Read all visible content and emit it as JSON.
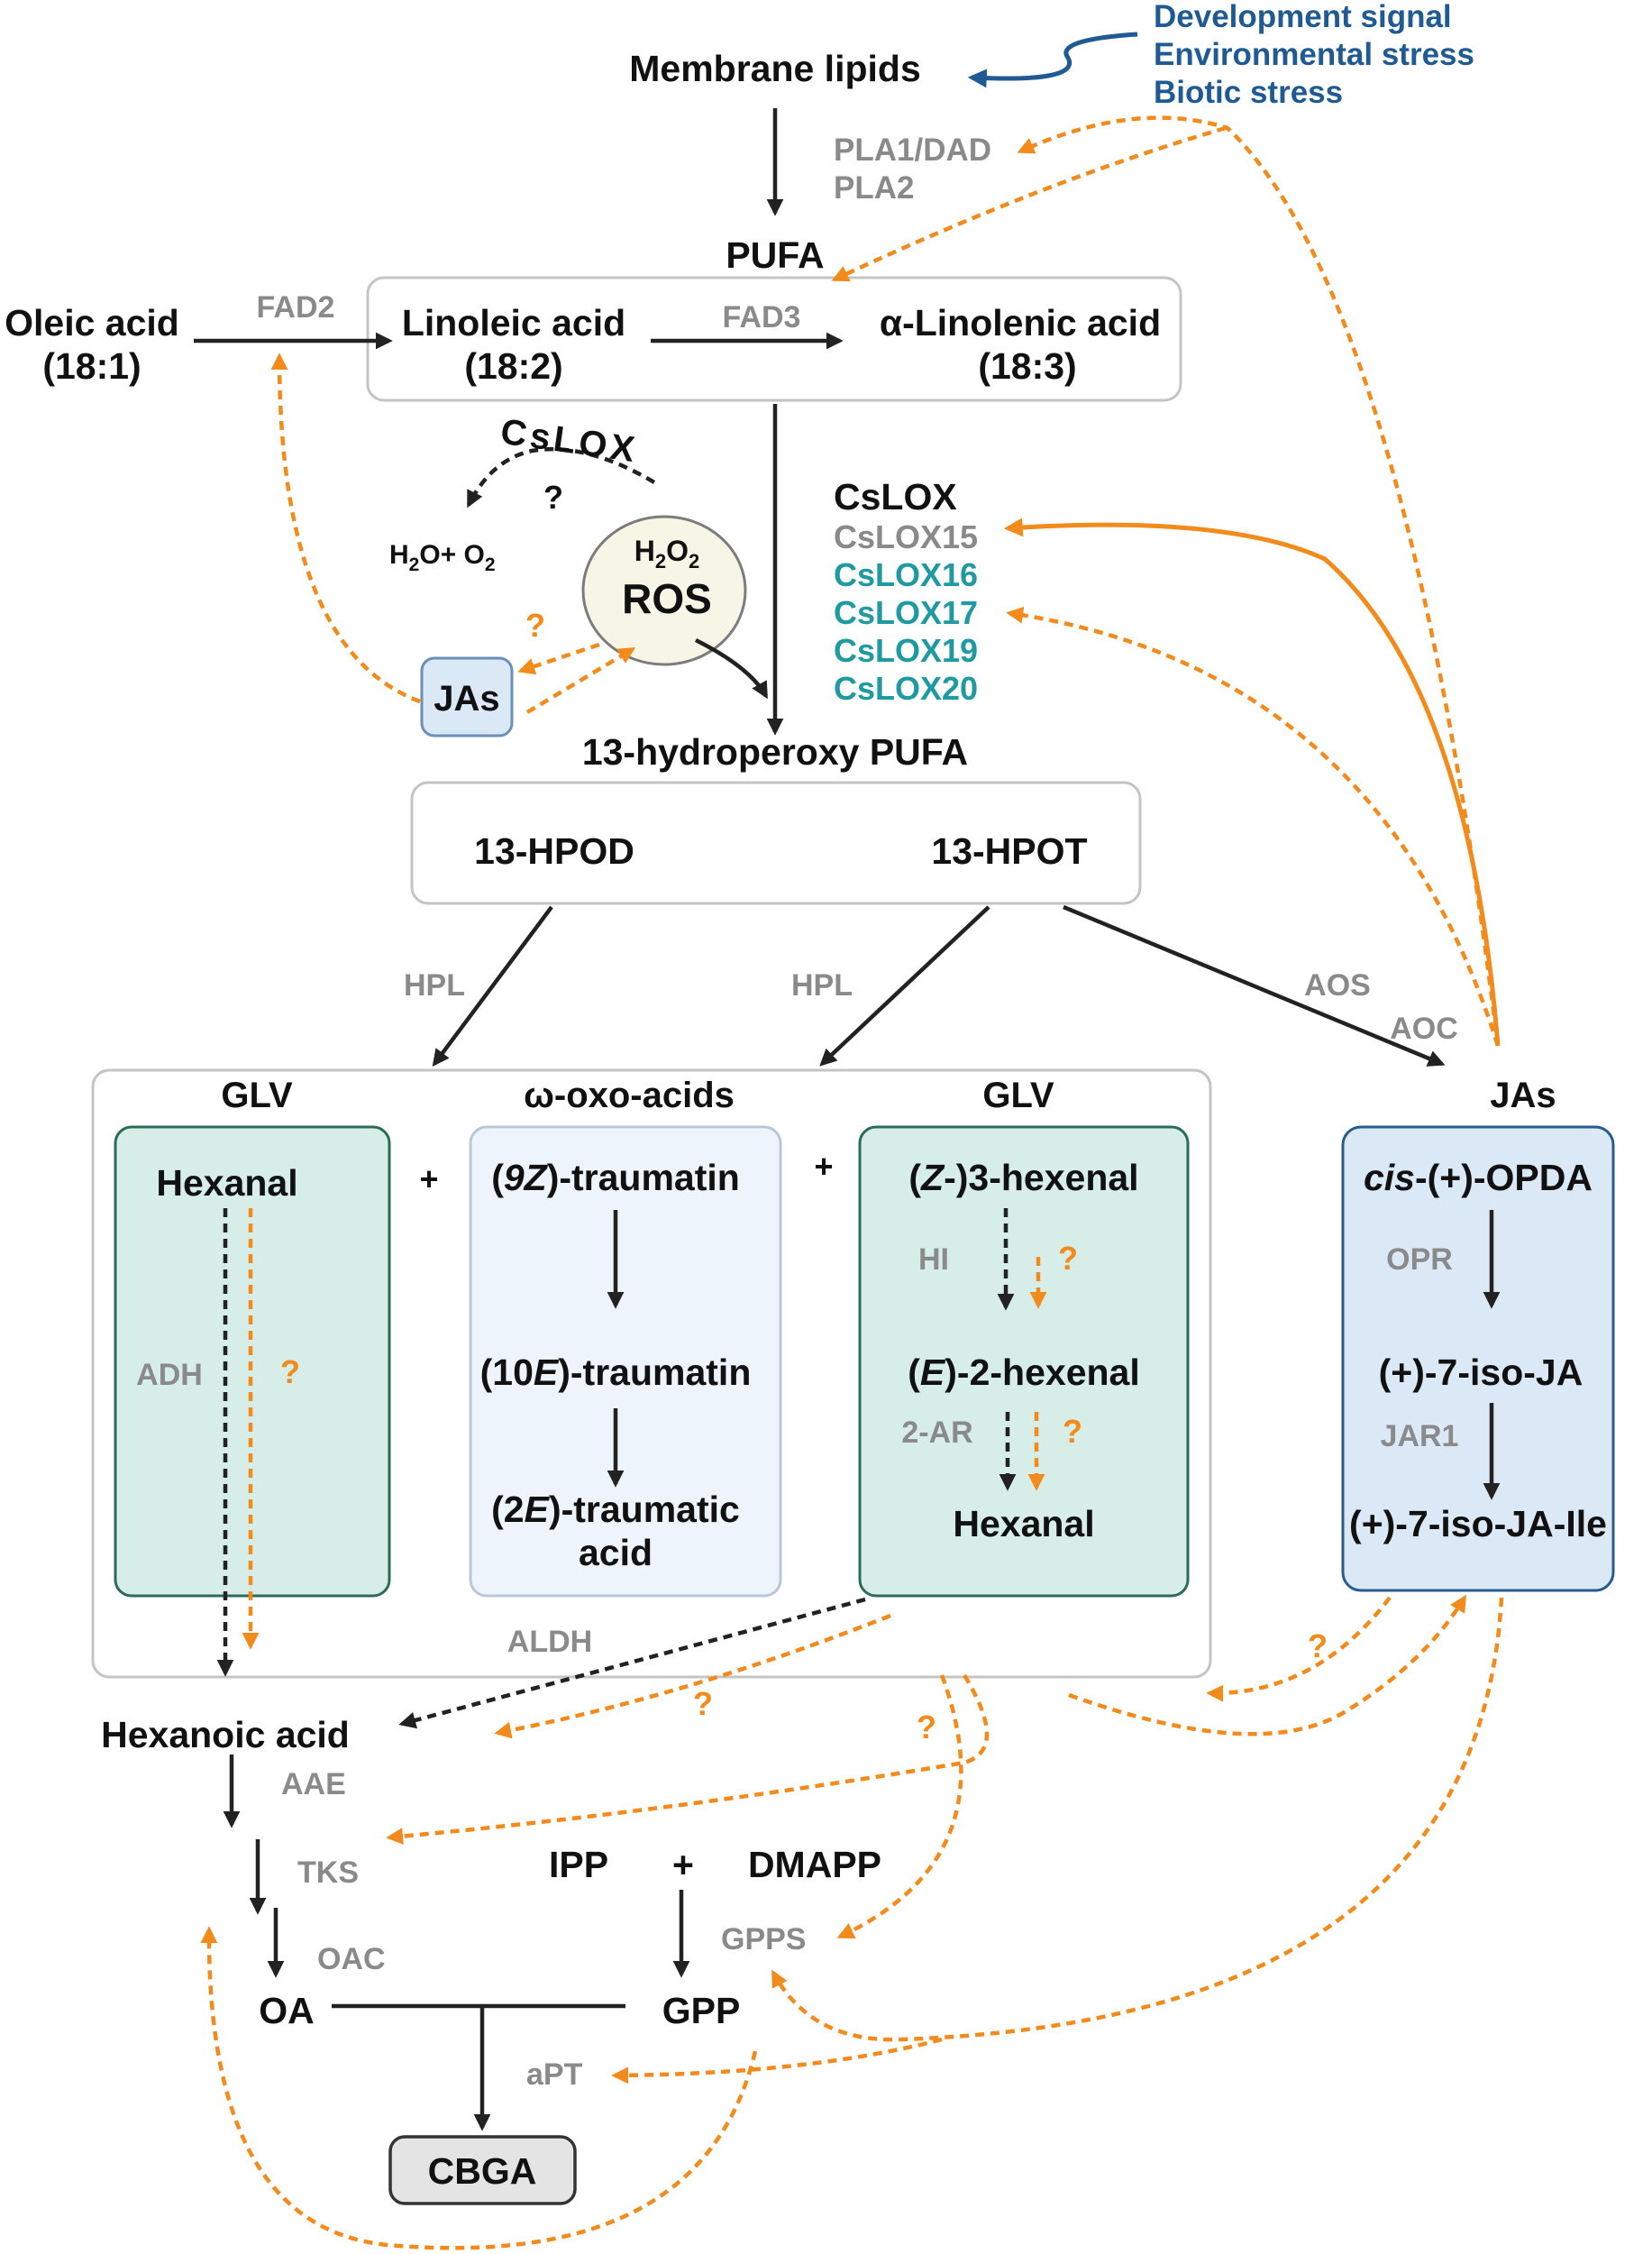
{
  "signals": [
    "Development signal",
    "Environmental stress",
    "Biotic stress"
  ],
  "membrane": "Membrane lipids",
  "pla": [
    "PLA1/DAD",
    "PLA2"
  ],
  "pufa": "PUFA",
  "oleic": [
    "Oleic acid",
    "(18:1)"
  ],
  "linoleic": [
    "Linoleic acid",
    "(18:2)"
  ],
  "linolenic": [
    "α-Linolenic acid",
    "(18:3)"
  ],
  "fad2": "FAD2",
  "fad3": "FAD3",
  "cslox_curved": "CsLOX",
  "question": "?",
  "water": {
    "h2o_pre": "H",
    "h2o_sub": "2",
    "h2o_post": "O+ O",
    "o2_sub": "2"
  },
  "ros": {
    "h_pre": "H",
    "h_sub1": "2",
    "o": "O",
    "h_sub2": "2",
    "label": "ROS"
  },
  "jas": "JAs",
  "cslox_list": {
    "title": "CsLOX",
    "gray": "CsLOX15",
    "teal": [
      "CsLOX16",
      "CsLOX17",
      "CsLOX19",
      "CsLOX20"
    ]
  },
  "hydroperoxy": "13-hydroperoxy PUFA",
  "hpod": "13-HPOD",
  "hpot": "13-HPOT",
  "hpl": "HPL",
  "aos": "AOS",
  "aoc": "AOC",
  "glv": "GLV",
  "omega": "ω-oxo-acids",
  "plus": "+",
  "hexanal": "Hexanal",
  "adh": "ADH",
  "traumatin9z": {
    "pre": "(",
    "it": "9Z",
    "post": ")-traumatin"
  },
  "traumatin10e": {
    "pre": "(10",
    "it": "E",
    "post": ")-traumatin"
  },
  "traumatic": {
    "pre": "(2",
    "it": "E",
    "post": ")-traumatic",
    "line2": "acid"
  },
  "z3hexenal": {
    "pre": "(",
    "it": "Z",
    "post": "-)3-hexenal"
  },
  "hi": "HI",
  "e2hexenal": {
    "pre": "(",
    "it": "E",
    "post": ")-2-hexenal"
  },
  "ar2": "2-AR",
  "jas_box": {
    "opda": {
      "it": "cis",
      "post": "-(+)-OPDA"
    },
    "opr": "OPR",
    "iso_ja": "(+)-7-iso-JA",
    "jar1": "JAR1",
    "iso_ja_ile": "(+)-7-iso-JA-Ile"
  },
  "aldh": "ALDH",
  "hexanoic": "Hexanoic acid",
  "aae": "AAE",
  "tks": "TKS",
  "oac": "OAC",
  "oa": "OA",
  "ipp": "IPP",
  "dmapp": "DMAPP",
  "gpps": "GPPS",
  "gpp": "GPP",
  "apt": "aPT",
  "cbga": "CBGA"
}
